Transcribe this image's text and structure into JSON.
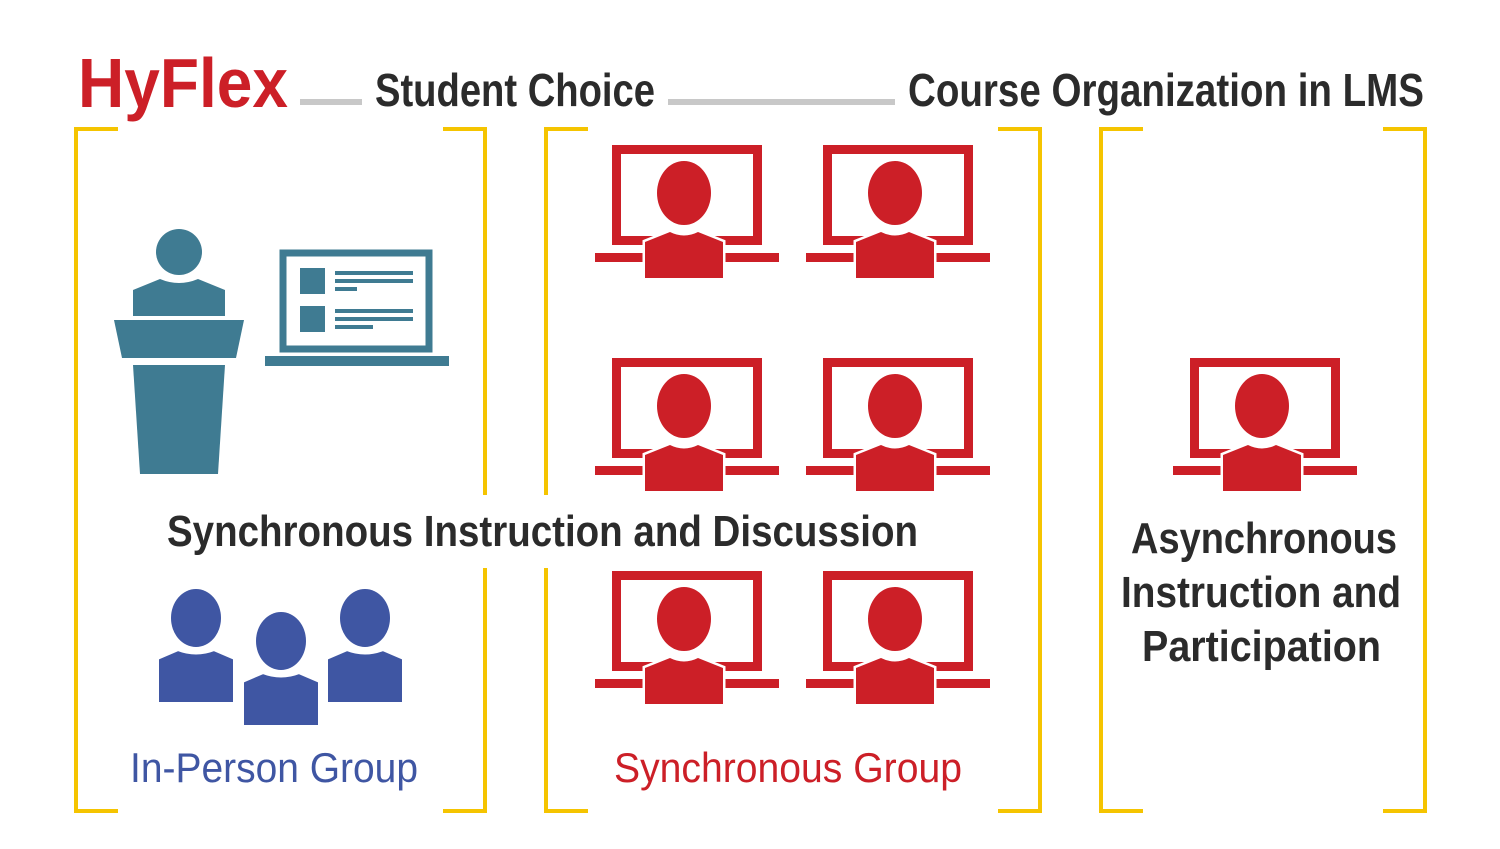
{
  "header": {
    "brand": "HyFlex",
    "student_choice": "Student Choice",
    "course_org": "Course Organization in LMS"
  },
  "sync_section": {
    "title": "Synchronous Instruction and Discussion",
    "in_person_label": "In-Person Group",
    "synchronous_label": "Synchronous Group"
  },
  "async_section": {
    "lines": [
      "Asynchronous",
      "Instruction and",
      "Participation"
    ]
  },
  "colors": {
    "red": "#cc1f27",
    "teal": "#3f7b92",
    "blue": "#3f56a3",
    "yellow": "#f5c400",
    "gray": "#c8c8c8",
    "text": "#2b2b2b"
  },
  "icons": [
    "podium-speaker-icon",
    "laptop-slides-icon",
    "group-people-icon",
    "remote-student-laptop-icon"
  ]
}
